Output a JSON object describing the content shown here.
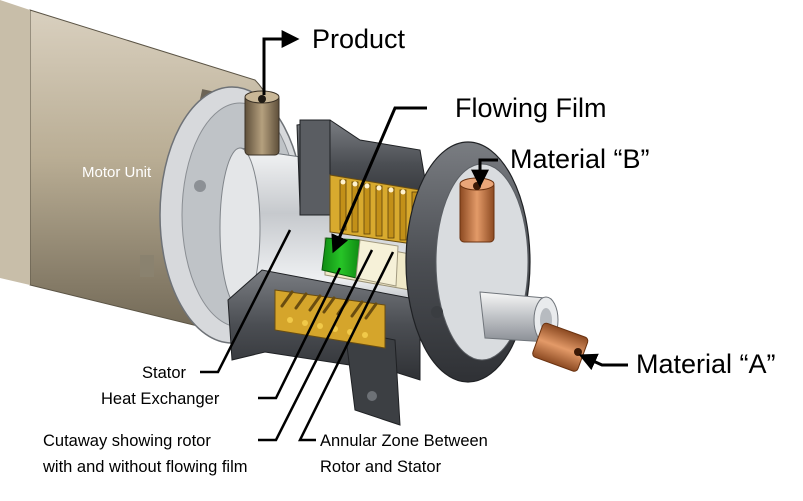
{
  "labels": {
    "motor_unit": "Motor Unit",
    "product": "Product",
    "flowing_film": "Flowing Film",
    "material_b": "Material “B”",
    "material_a": "Material “A”",
    "stator": "Stator",
    "heat_exchanger": "Heat Exchanger",
    "cutaway_line1": "Cutaway showing rotor",
    "cutaway_line2": "with and without flowing film",
    "annular_line1": "Annular Zone Between",
    "annular_line2": "Rotor and Stator"
  },
  "colors": {
    "motor_body": "#b8ab92",
    "steel": "#c9ccd0",
    "dark_housing": "#4a4c50",
    "film": "#1db31d",
    "copper": "#c97a4a",
    "heat_exchanger": "#d2a42a",
    "arrow": "#000000"
  }
}
